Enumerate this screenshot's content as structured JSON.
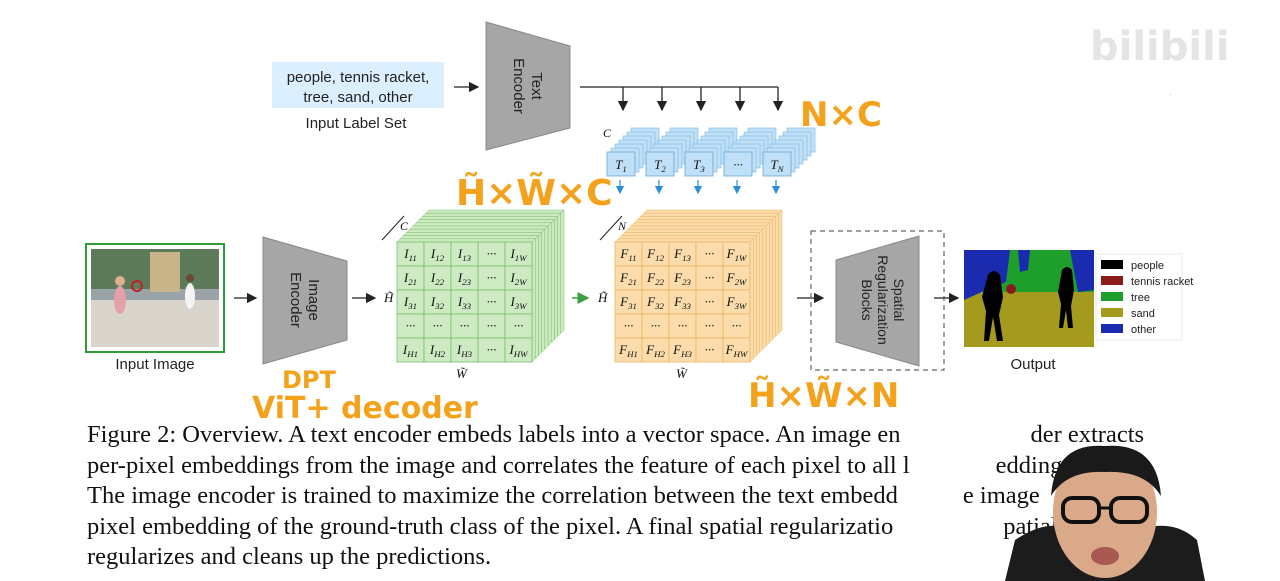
{
  "watermark": "bilibili",
  "figure": {
    "label_set_lines": [
      "people, tennis racket,",
      "tree, sand, other"
    ],
    "label_set_caption": "Input Label Set",
    "text_encoder": "Text Encoder",
    "text_encoder_lines": [
      "Text",
      "Encoder"
    ],
    "image_encoder_lines": [
      "Image",
      "Encoder"
    ],
    "input_image_caption": "Input Image",
    "spatial_block_lines": [
      "Spatial",
      "Regularization",
      "Blocks"
    ],
    "output_caption": "Output",
    "text_tokens": [
      "T1",
      "T2",
      "T3",
      "...",
      "TN"
    ],
    "image_cube_rows": [
      [
        "I11",
        "I12",
        "I13",
        "...",
        "I1W"
      ],
      [
        "I21",
        "I22",
        "I23",
        "...",
        "I2W"
      ],
      [
        "I31",
        "I32",
        "I33",
        "...",
        "I3W"
      ],
      [
        "...",
        "...",
        "...",
        "...",
        "..."
      ],
      [
        "IH1",
        "IH2",
        "IH3",
        "...",
        "IHW"
      ]
    ],
    "feature_cube_rows": [
      [
        "F11",
        "F12",
        "F13",
        "...",
        "F1W"
      ],
      [
        "F21",
        "F22",
        "F23",
        "...",
        "F2W"
      ],
      [
        "F31",
        "F32",
        "F33",
        "...",
        "F3W"
      ],
      [
        "...",
        "...",
        "...",
        "...",
        "..."
      ],
      [
        "FH1",
        "FH2",
        "FH3",
        "...",
        "FHW"
      ]
    ],
    "dim_c": "C",
    "dim_n": "N",
    "dim_h": "H̃",
    "dim_w": "W̃",
    "legend": [
      {
        "label": "people",
        "color": "#000000"
      },
      {
        "label": "tennis racket",
        "color": "#8b1a1a"
      },
      {
        "label": "tree",
        "color": "#1e9e2a"
      },
      {
        "label": "sand",
        "color": "#a39a1e"
      },
      {
        "label": "other",
        "color": "#1a2bb0"
      }
    ]
  },
  "annotations": {
    "nxc": "N×C",
    "hwc": "H̃×W̃×C",
    "hwn": "H̃×W̃×N",
    "dpt": "DPT",
    "vit": "ViT+ decoder"
  },
  "caption_lines": [
    "Figure 2: Overview. A text encoder embeds labels into a vector space. An image en",
    "per-pixel embeddings from the image and correlates the feature of each pixel to all l",
    "The image encoder is trained to maximize the correlation between the text embedd",
    "pixel embedding of the ground-truth class of the pixel. A final spatial regularizatio",
    "regularizes and cleans up the predictions."
  ],
  "caption_tails": [
    "der extracts",
    "eddings.",
    "e image",
    "patially"
  ],
  "colors": {
    "text_token": "#bfe0f7",
    "image_cube": "#cdeac3",
    "feature_cube": "#fbdcaa",
    "handwriting": "#f4a21c",
    "label_box": "#dcefff"
  }
}
